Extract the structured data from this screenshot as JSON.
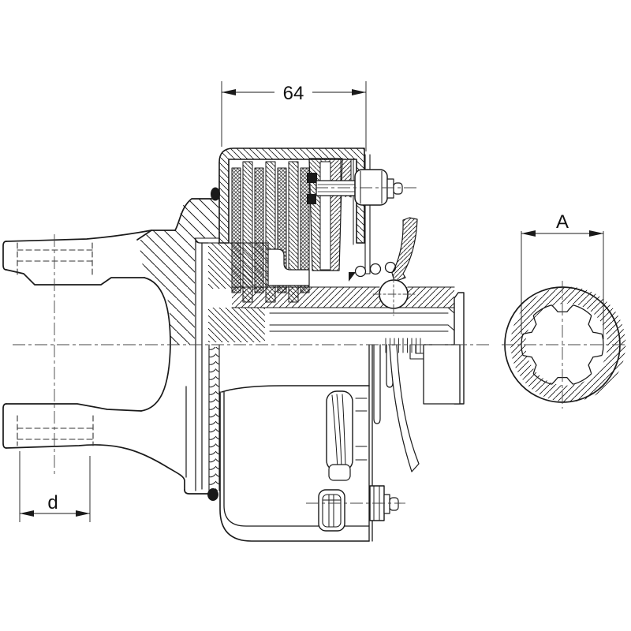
{
  "drawing": {
    "labels": {
      "width": "64",
      "spline_bore": "A",
      "yoke_bore": "d"
    },
    "colors": {
      "ink": "#1a1a1a",
      "paper": "#ffffff"
    }
  }
}
